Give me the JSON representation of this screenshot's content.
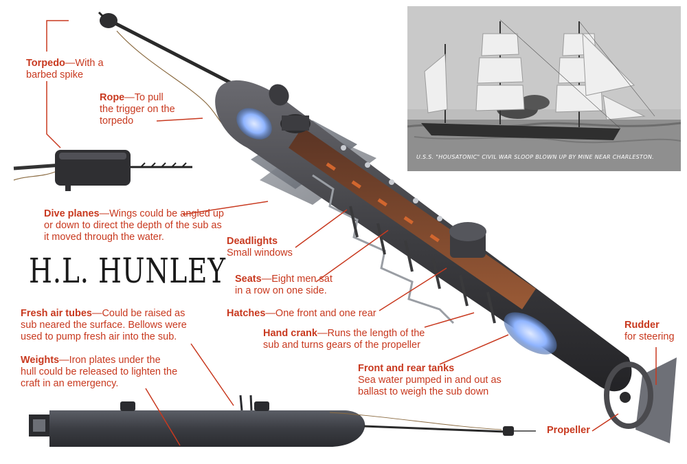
{
  "title": "H.L. HUNLEY",
  "photo_caption": "U.S.S. \"HOUSATONIC\" CIVIL WAR SLOOP BLOWN UP BY MINE NEAR CHARLESTON.",
  "labels": {
    "torpedo": {
      "term": "Torpedo",
      "desc": "—With a barbed spike"
    },
    "rope": {
      "term": "Rope",
      "desc": "—To pull the trigger on the torpedo"
    },
    "dive_planes": {
      "term": "Dive planes",
      "desc": "—Wings could be angled up or down to direct the depth of the sub as it moved through the water."
    },
    "deadlights": {
      "term": "Deadlights",
      "desc": "Small windows"
    },
    "seats": {
      "term": "Seats",
      "desc": "—Eight men sat in a row on one side."
    },
    "hatches": {
      "term": "Hatches",
      "desc": "—One front and one rear"
    },
    "hand_crank": {
      "term": "Hand crank",
      "desc": "—Runs the length of the sub and turns gears of the propeller"
    },
    "tanks": {
      "term": "Front and rear tanks",
      "desc": "Sea water pumped in and out as ballast to weigh the sub down"
    },
    "rudder": {
      "term": "Rudder",
      "desc": "for steering"
    },
    "propeller": {
      "term": "Propeller",
      "desc": ""
    },
    "air_tubes": {
      "term": "Fresh air tubes",
      "desc": "—Could be raised as sub neared the surface. Bellows were used to pump fresh air into the sub."
    },
    "weights": {
      "term": "Weights",
      "desc": "—Iron plates under the hull could be released to lighten the craft in an emergency."
    }
  },
  "colors": {
    "label": "#c8391f",
    "hull": "#4a4a4d",
    "interior": "#7a4a30",
    "tank_glow": "#8fb4ff"
  }
}
